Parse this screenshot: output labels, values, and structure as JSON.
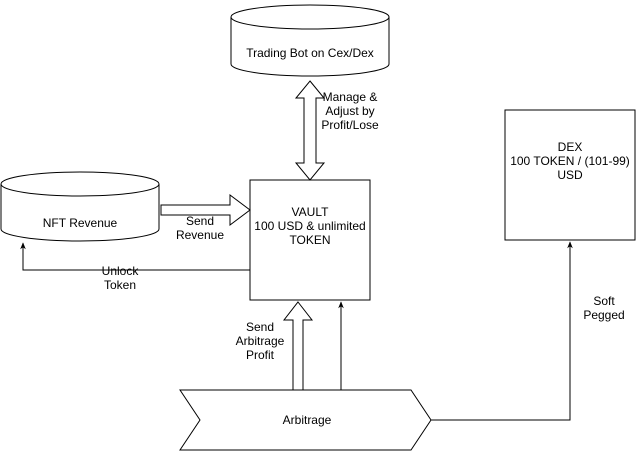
{
  "nodes": {
    "trading_bot": {
      "label": [
        "Trading Bot on Cex/Dex"
      ]
    },
    "nft_revenue": {
      "label": [
        "NFT Revenue"
      ]
    },
    "vault": {
      "label": [
        "VAULT",
        "100 USD & unlimited",
        "TOKEN"
      ]
    },
    "dex": {
      "label": [
        "DEX",
        "100 TOKEN / (101-99)",
        "USD"
      ]
    },
    "arbitrage": {
      "label": [
        "Arbitrage"
      ]
    }
  },
  "edges": {
    "manage_adjust": {
      "label": [
        "Manage &",
        "Adjust by",
        "Profit/Lose"
      ]
    },
    "send_revenue": {
      "label": [
        "Send",
        "Revenue"
      ]
    },
    "unlock_token": {
      "label": [
        "Unlock",
        "Token"
      ]
    },
    "send_arbitrage_profit": {
      "label": [
        "Send",
        "Arbitrage",
        "Profit"
      ]
    },
    "soft_pegged": {
      "label": [
        "Soft",
        "Pegged"
      ]
    }
  }
}
